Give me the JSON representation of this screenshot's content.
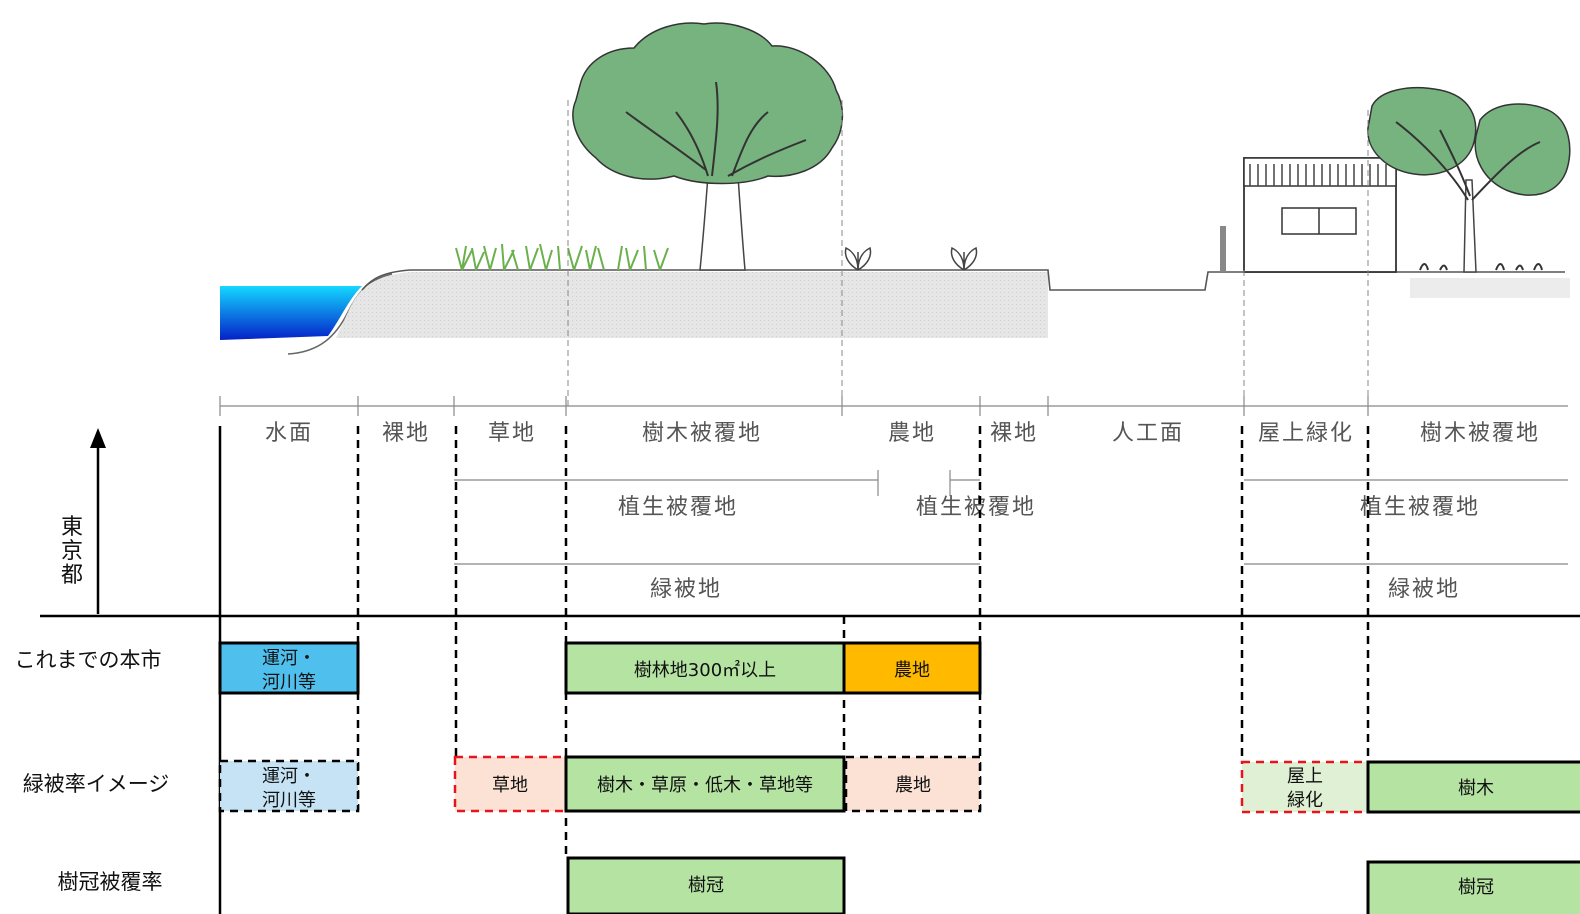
{
  "axis_label": [
    "東",
    "京",
    "都"
  ],
  "categories": {
    "water": "水面",
    "bare1": "裸地",
    "grass": "草地",
    "forest1": "樹木被覆地",
    "farm": "農地",
    "bare2": "裸地",
    "artificial": "人工面",
    "rooftop": "屋上緑化",
    "forest2": "樹木被覆地"
  },
  "ranges": {
    "vegetation1": "植生被覆地",
    "vegetation2": "植生被覆地",
    "vegetation3": "植生被覆地",
    "green1": "緑被地",
    "green2": "緑被地"
  },
  "rows": {
    "previous": "これまでの本市",
    "green_image": "緑被率イメージ",
    "canopy": "樹冠被覆率"
  },
  "boxes": {
    "canal_prev_line1": "運河・",
    "canal_prev_line2": "河川等",
    "forest300": "樹林地300㎡以上",
    "farm_prev": "農地",
    "canal_img_line1": "運河・",
    "canal_img_line2": "河川等",
    "grass_img": "草地",
    "trees_img": "樹木・草原・低木・草地等",
    "farm_img": "農地",
    "rooftop_line1": "屋上",
    "rooftop_line2": "緑化",
    "trees_right": "樹木",
    "canopy_mid": "樹冠",
    "canopy_right": "樹冠"
  },
  "colors": {
    "water_blue": "#4fc0ee",
    "water_light": "#c5e3f4",
    "green": "#b4e3a2",
    "orange": "#ffba00",
    "peach": "#fbe2d5",
    "light_green": "#dff0d4",
    "red_dash": "#e8141c",
    "tree_green": "#77b37f"
  }
}
